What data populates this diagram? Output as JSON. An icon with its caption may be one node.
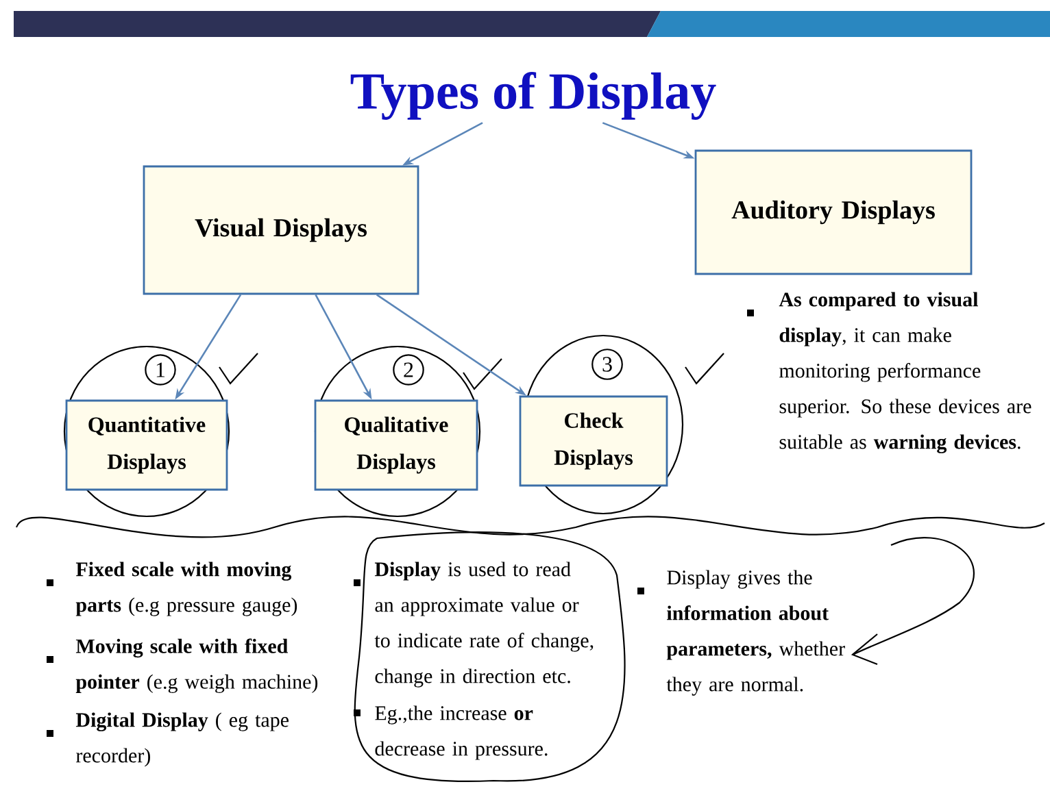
{
  "diagram": {
    "nodes": [
      {
        "text": [
          "Types of Display"
        ]
      },
      {
        "text": [
          "Visual Displays"
        ]
      },
      {
        "text": [
          "Auditory Displays"
        ]
      },
      {
        "text": [
          "Quantitative Displays"
        ]
      },
      {
        "text": [
          "Qualitative Displays"
        ]
      },
      {
        "text": [
          "Check Displays"
        ]
      }
    ],
    "edges": [
      {
        "from": 0,
        "to": 1,
        "arrow": "to"
      },
      {
        "from": 0,
        "to": 2,
        "arrow": "to"
      },
      {
        "from": 1,
        "to": 3,
        "arrow": "to"
      },
      {
        "from": 1,
        "to": 4,
        "arrow": "to"
      },
      {
        "from": 1,
        "to": 5,
        "arrow": "to"
      }
    ],
    "labels": [
      "1",
      "2",
      "3",
      "**As compared to visual display**, it can make monitoring performance superior. So these devices are suitable as **warning devices**.",
      "**Fixed scale with moving parts** (e.g pressure gauge)",
      "**Moving scale with fixed pointer** (e.g weigh machine)",
      "**Digital Display** ( eg tape recorder)",
      "**Display** is used to read an approximate value or to indicate rate of change, change in direction etc.",
      "Eg.,the increase **or** decrease in pressure.",
      "Display gives the **information about parameters,** whether they are normal."
    ]
  }
}
